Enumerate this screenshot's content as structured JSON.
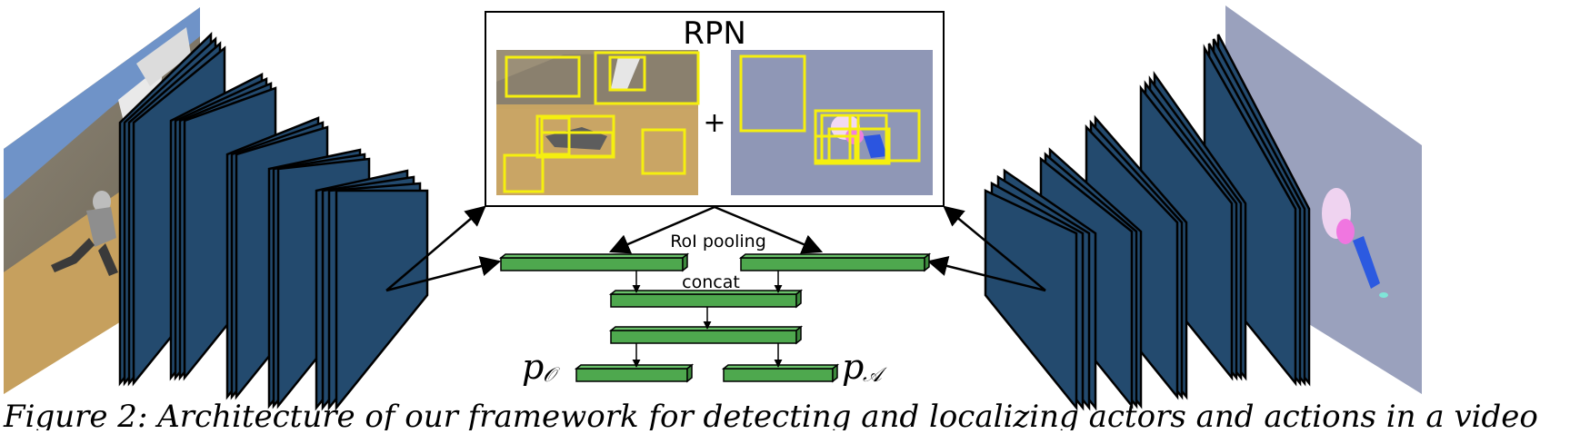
{
  "diagram": {
    "rpn_label": "RPN",
    "plus_sign": "+",
    "roi_label": "RoI pooling",
    "concat_label": "concat",
    "out_left_main": "p",
    "out_left_sub": "𝒪",
    "out_right_main": "p",
    "out_right_sub": "𝒜",
    "caption_fragment": "Figure 2: Architecture of our framework for detecting and localizing actors and actions in a video"
  },
  "colors": {
    "conv_fill": "#234a6e",
    "fc_fill": "#4ea84e",
    "box_yellow": "#f5ef0f"
  }
}
